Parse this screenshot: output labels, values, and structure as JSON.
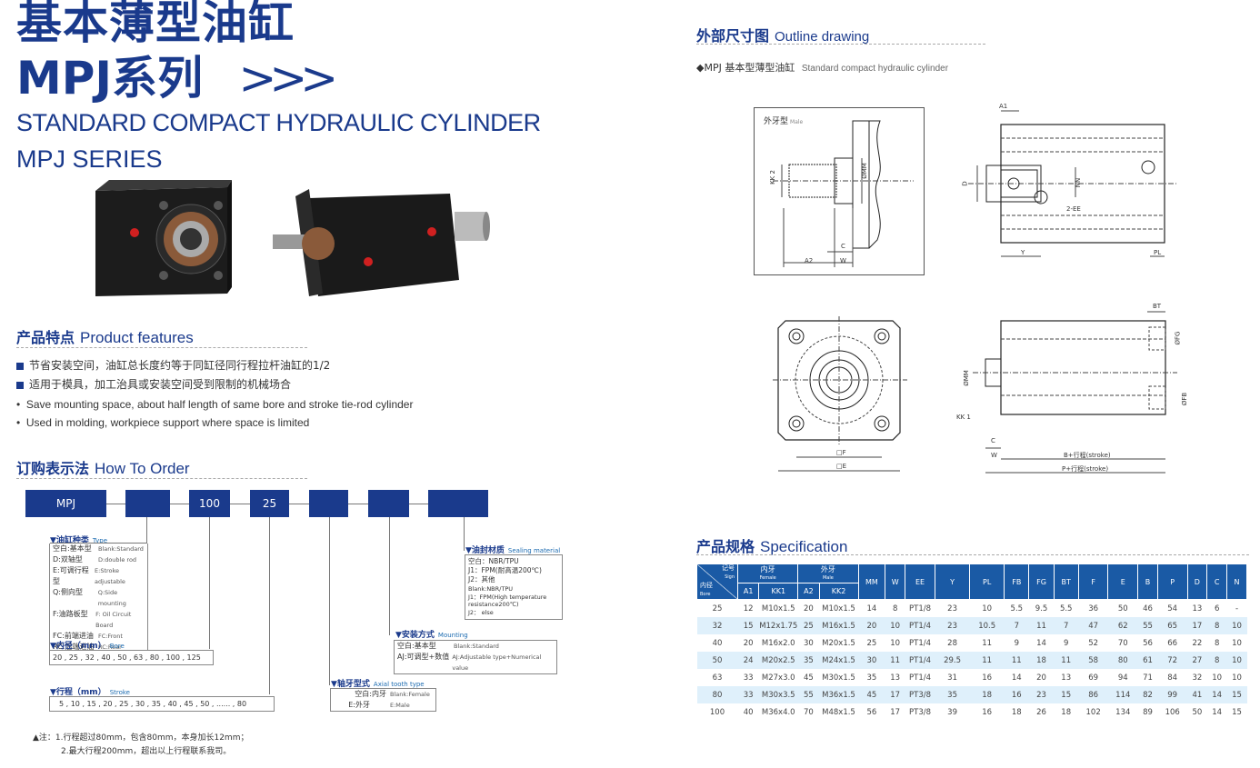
{
  "header": {
    "title_cn": "基本薄型油缸",
    "series_cn": "MPJ系列",
    "arrows": ">>>",
    "title_en": "STANDARD COMPACT  HYDRAULIC CYLINDER",
    "series_en": "MPJ SERIES"
  },
  "features": {
    "heading_cn": "产品特点",
    "heading_en": "Product features",
    "items_cn": [
      "节省安装空间，油缸总长度约等于同缸径同行程拉杆油缸的1/2",
      "适用于模具，加工治具或安装空间受到限制的机械场合"
    ],
    "items_en": [
      "Save mounting space, about half length of same bore and stroke tie-rod cylinder",
      "Used in molding, workpiece support where space is limited"
    ]
  },
  "order": {
    "heading_cn": "订购表示法",
    "heading_en": "How To Order",
    "boxes": [
      "MPJ",
      "",
      "100",
      "25",
      "",
      "",
      ""
    ],
    "type": {
      "label": "▼油缸种类",
      "label_en": "Type",
      "rows": [
        [
          "空白:基本型",
          "Blank:Standard"
        ],
        [
          "D:双轴型",
          "D:double rod"
        ],
        [
          "E:可调行程型",
          "E:Stroke adjustable"
        ],
        [
          "Q:侧向型",
          "Q:Side mounting"
        ],
        [
          "F:油路板型",
          "F: Oil Circuit Board"
        ],
        [
          "FC:前端进油",
          "FC:Front"
        ],
        [
          "RC:后端进油",
          "RC:Rear"
        ]
      ]
    },
    "bore": {
      "label": "▼内径（mm）",
      "label_en": "Bore",
      "values": "20 , 25 , 32 , 40 , 50 , 63 , 80 , 100 , 125"
    },
    "stroke": {
      "label": "▼行程（mm）",
      "label_en": "Stroke",
      "values": "5 , 10 , 15 , 20 , 25 , 30 , 35 , 40 , 45 , 50 , ...... , 80"
    },
    "thread": {
      "label": "▼轴牙型式",
      "label_en": "Axial tooth type",
      "rows": [
        [
          "空白:内牙",
          "Blank:Female"
        ],
        [
          "E:外牙",
          "E:Male"
        ]
      ]
    },
    "mount": {
      "label": "▼安装方式",
      "label_en": "Mounting",
      "rows": [
        [
          "空白:基本型",
          "Blank:Standard"
        ],
        [
          "AJ:可调型+数值",
          "AJ:Adjustable type+Numerical value"
        ]
      ]
    },
    "seal": {
      "label": "▼油封材质",
      "label_en": "Sealing material",
      "lines": [
        "空白：NBR/TPU",
        "J1：FPM(耐高温200℃)",
        "J2：其他",
        "Blank:NBR/TPU",
        "J1：FPM(High temperature",
        "resistance200℃)",
        "J2： else"
      ]
    }
  },
  "notes": {
    "line1": "注：1.行程超过80mm，包含80mm，本身加长12mm；",
    "line2": "2.最大行程200mm，超出以上行程联系我司。"
  },
  "outline": {
    "heading_cn": "外部尺寸图",
    "heading_en": "Outline drawing",
    "subtitle_cn": "◆MPJ  基本型薄型油缸",
    "subtitle_en": "Standard compact hydraulic cylinder",
    "male_label": "外牙型",
    "male_label_en": "Male",
    "dims": {
      "kk2": "KK 2",
      "mm": "ØMM",
      "c": "C",
      "a2": "A2",
      "w": "W",
      "a1": "A1",
      "d": "D",
      "nn": "NN",
      "ee": "2-EE",
      "y": "Y",
      "pl": "PL",
      "bt": "BT",
      "fg": "ØFG",
      "fb": "ØFB",
      "kk1": "KK 1",
      "b_stroke": "B+行程(stroke)",
      "p_stroke": "P+行程(stroke)",
      "f": "□F",
      "e": "□E"
    }
  },
  "spec": {
    "heading_cn": "产品规格",
    "heading_en": "Specification",
    "corner_top": "记号",
    "corner_top_en": "Sign",
    "corner_bottom": "内径",
    "corner_bottom_en": "Bore",
    "female": "内牙",
    "female_en": "Female",
    "male": "外牙",
    "male_en": "Male",
    "sub_cols": [
      "A1",
      "KK1",
      "A2",
      "KK2"
    ],
    "cols": [
      "MM",
      "W",
      "EE",
      "Y",
      "PL",
      "FB",
      "FG",
      "BT",
      "F",
      "E",
      "B",
      "P",
      "D",
      "C",
      "N"
    ],
    "rows": [
      [
        "25",
        "12",
        "M10x1.5",
        "20",
        "M10x1.5",
        "14",
        "8",
        "PT1/8",
        "23",
        "10",
        "5.5",
        "9.5",
        "5.5",
        "36",
        "50",
        "46",
        "54",
        "13",
        "6",
        "-"
      ],
      [
        "32",
        "15",
        "M12x1.75",
        "25",
        "M16x1.5",
        "20",
        "10",
        "PT1/4",
        "23",
        "10.5",
        "7",
        "11",
        "7",
        "47",
        "62",
        "55",
        "65",
        "17",
        "8",
        "10"
      ],
      [
        "40",
        "20",
        "M16x2.0",
        "30",
        "M20x1.5",
        "25",
        "10",
        "PT1/4",
        "28",
        "11",
        "9",
        "14",
        "9",
        "52",
        "70",
        "56",
        "66",
        "22",
        "8",
        "10"
      ],
      [
        "50",
        "24",
        "M20x2.5",
        "35",
        "M24x1.5",
        "30",
        "11",
        "PT1/4",
        "29.5",
        "11",
        "11",
        "18",
        "11",
        "58",
        "80",
        "61",
        "72",
        "27",
        "8",
        "10"
      ],
      [
        "63",
        "33",
        "M27x3.0",
        "45",
        "M30x1.5",
        "35",
        "13",
        "PT1/4",
        "31",
        "16",
        "14",
        "20",
        "13",
        "69",
        "94",
        "71",
        "84",
        "32",
        "10",
        "10"
      ],
      [
        "80",
        "33",
        "M30x3.5",
        "55",
        "M36x1.5",
        "45",
        "17",
        "PT3/8",
        "35",
        "18",
        "16",
        "23",
        "15",
        "86",
        "114",
        "82",
        "99",
        "41",
        "14",
        "15"
      ],
      [
        "100",
        "40",
        "M36x4.0",
        "70",
        "M48x1.5",
        "56",
        "17",
        "PT3/8",
        "39",
        "16",
        "18",
        "26",
        "18",
        "102",
        "134",
        "89",
        "106",
        "50",
        "14",
        "15"
      ]
    ]
  }
}
